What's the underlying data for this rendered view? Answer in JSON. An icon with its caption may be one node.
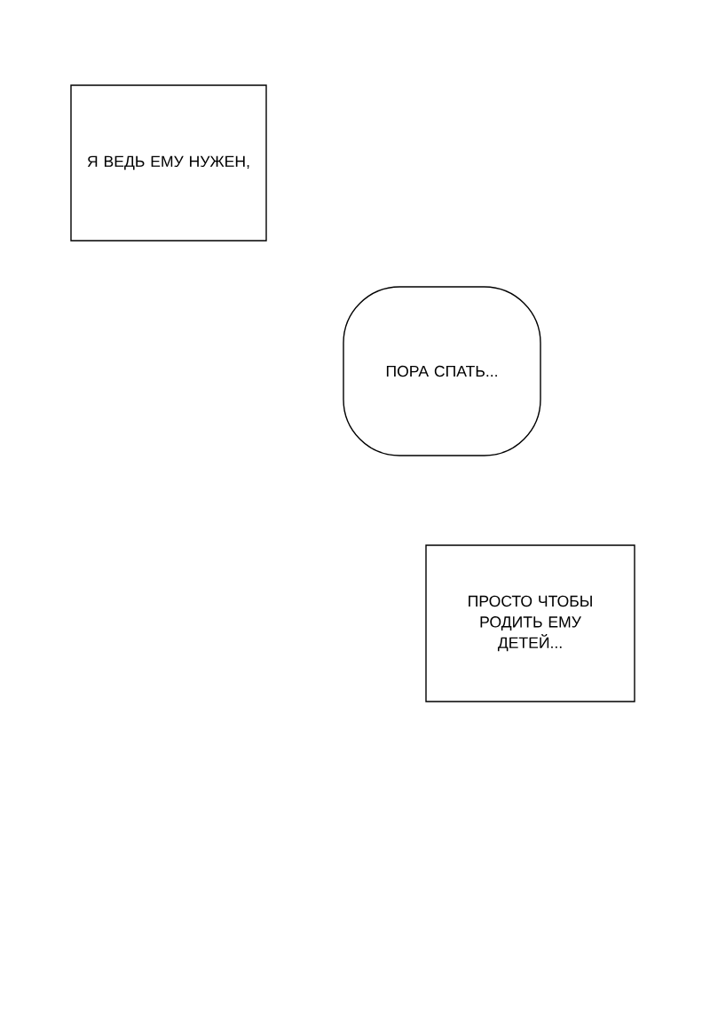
{
  "diagram": {
    "nodes": [
      {
        "text": [
          "Я ВЕДЬ ЕМУ НУЖЕН,"
        ]
      },
      {
        "text": [
          "ПОРА СПАТЬ..."
        ]
      },
      {
        "text": [
          "ПРОСТО ЧТОБЫ РОДИТЬ ЕМУ ДЕТЕЙ..."
        ]
      }
    ]
  }
}
